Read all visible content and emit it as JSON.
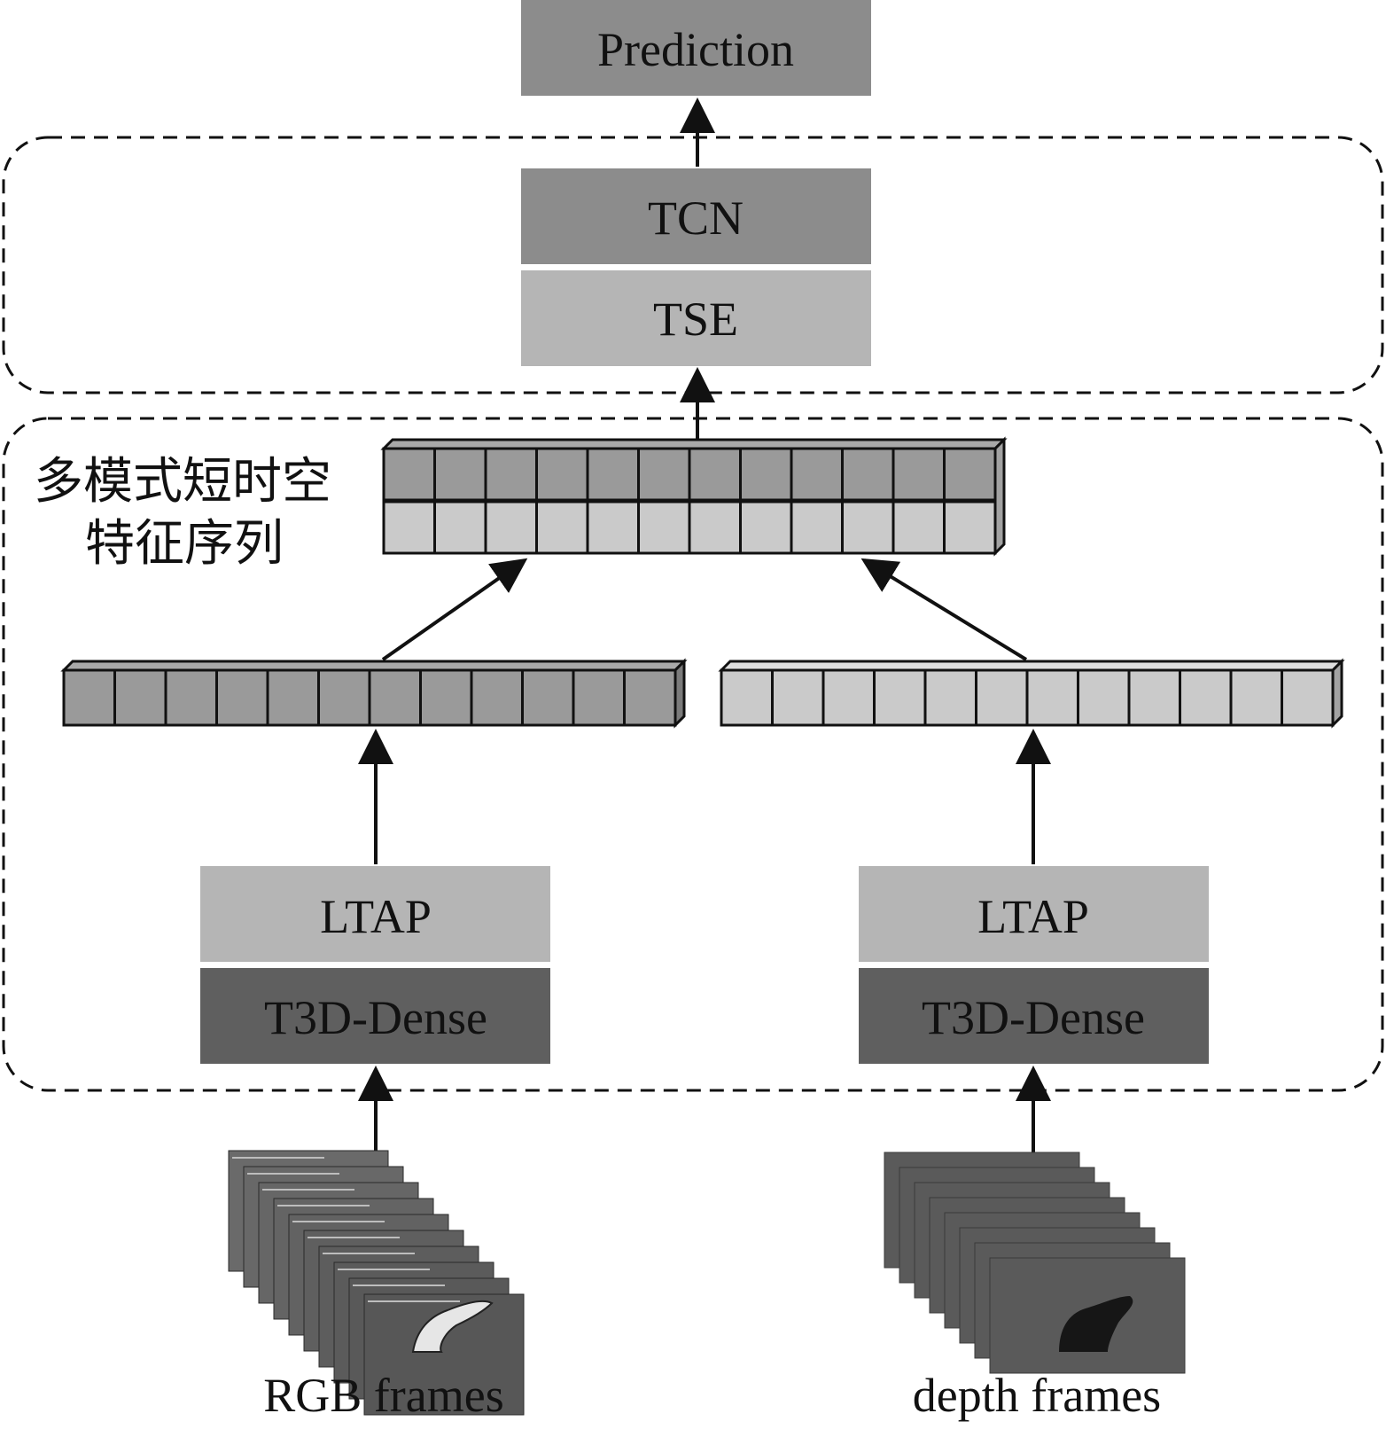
{
  "blocks": {
    "prediction": "Prediction",
    "tcn": "TCN",
    "tse": "TSE",
    "ltap_rgb": "LTAP",
    "t3d_rgb": "T3D-Dense",
    "ltap_depth": "LTAP",
    "t3d_depth": "T3D-Dense"
  },
  "group_label": {
    "line1": "多模式短时空",
    "line2": "特征序列"
  },
  "inputs": {
    "rgb": "RGB frames",
    "depth": "depth frames"
  },
  "feature_vectors": {
    "rgb_cells": 12,
    "depth_cells": 12,
    "fused_cells": 12
  },
  "colors": {
    "dark_block": "#5f5f5f",
    "mid_block": "#8c8c8c",
    "light_block": "#b5b5b5",
    "rgb_cell": "#9a9a9a",
    "depth_cell": "#cacaca"
  }
}
